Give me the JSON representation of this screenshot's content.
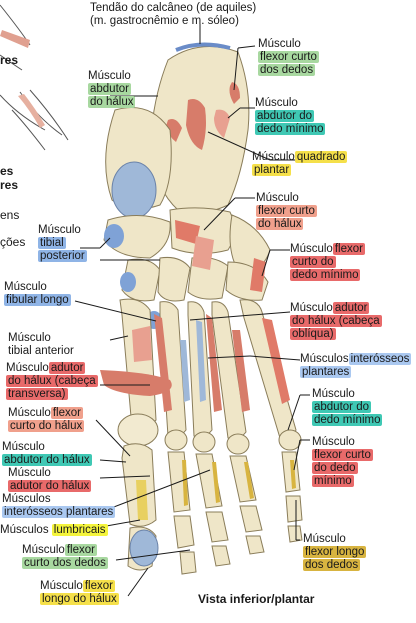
{
  "title": "Vista inferior/plantar",
  "top_note": [
    "Tendão do calcâneo (de aquiles)",
    "(m. gastrocnêmio e m. sóleo)"
  ],
  "left_fragments": [
    "res",
    "es",
    "res",
    "ens",
    "ções"
  ],
  "labels": {
    "abdutor_halux_top": {
      "prefix": "Músculo",
      "lines": [
        "abdutor",
        "do hálux"
      ],
      "color": "#a8d8a0"
    },
    "flexor_curto_top": {
      "prefix": "Músculo",
      "lines": [
        "flexor curto",
        "dos dedos"
      ],
      "color": "#a8d8a0"
    },
    "abdutor_minimo_top": {
      "prefix": "Músculo",
      "lines": [
        "abdutor do",
        "dedo mínimo"
      ],
      "color": "#3fc8b4"
    },
    "quadrado_plantar": {
      "prefix": "Músculo",
      "lines": [
        "quadrado",
        "plantar"
      ],
      "color": "#f5e04a"
    },
    "flexor_curto_halux_r": {
      "prefix": "Músculo",
      "lines": [
        "flexor curto",
        "do hálux"
      ],
      "color": "#f0a08c"
    },
    "tibial_posterior": {
      "prefix": "Músculo",
      "lines": [
        "tibial",
        "posterior"
      ],
      "color": "#8fb4e6"
    },
    "flexor_curto_minimo_r": {
      "prefix": "Músculo",
      "lines": [
        "flexor",
        "curto do",
        "dedo mínimo"
      ],
      "color": "#e86a6a"
    },
    "fibular_longo": {
      "prefix": "Músculo",
      "lines": [
        "fibular longo"
      ],
      "color": "#8fb4e6"
    },
    "adutor_obliqua": {
      "prefix": "Músculo",
      "lines": [
        "adutor",
        "do hálux (cabeça",
        "oblíqua)"
      ],
      "color": "#e86a6a"
    },
    "tibial_anterior": {
      "prefix": "Músculo",
      "lines": [
        "tibial anterior"
      ],
      "color": ""
    },
    "interosseos_r": {
      "prefix": "Músculos",
      "lines": [
        "interósseos",
        "plantares"
      ],
      "color": "#aac8f0"
    },
    "adutor_transversa": {
      "prefix": "Músculo",
      "lines": [
        "adutor",
        "do hálux (cabeça",
        "transversa)"
      ],
      "color": "#e86a6a"
    },
    "abdutor_minimo_r": {
      "prefix": "Músculo",
      "lines": [
        "abdutor do",
        "dedo mínimo"
      ],
      "color": "#3fc8b4"
    },
    "flexor_curto_halux_l": {
      "prefix": "Músculo",
      "lines": [
        "flexor",
        "curto do hálux"
      ],
      "color": "#f0a08c"
    },
    "flexor_curto_minimo_r2": {
      "prefix": "Músculo",
      "lines": [
        "flexor curto",
        "do dedo",
        "mínimo"
      ],
      "color": "#e86a6a"
    },
    "abdutor_halux_l": {
      "prefix": "Músculo",
      "lines": [
        "abdutor do hálux"
      ],
      "color": "#3fc8b4"
    },
    "adutor_halux_l": {
      "prefix": "Músculo",
      "lines": [
        "adutor do hálux"
      ],
      "color": "#e86a6a"
    },
    "interosseos_l": {
      "prefix": "Músculos",
      "lines": [
        "interósseos plantares"
      ],
      "color": "#aac8f0"
    },
    "lumbricais": {
      "prefix": "Músculos",
      "lines": [
        "lumbricais"
      ],
      "color": "#f4f43c"
    },
    "flexor_curto_dedos_l": {
      "prefix": "Músculo",
      "lines": [
        "flexor",
        "curto dos dedos"
      ],
      "color": "#a8d8a0"
    },
    "flexor_longo_dedos": {
      "prefix": "Músculo",
      "lines": [
        "flexor longo",
        "dos dedos"
      ],
      "color": "#d8b440"
    },
    "flexor_longo_halux": {
      "prefix": "Músculo",
      "lines": [
        "flexor",
        "longo do hálux"
      ],
      "color": "#f5e04a"
    }
  }
}
